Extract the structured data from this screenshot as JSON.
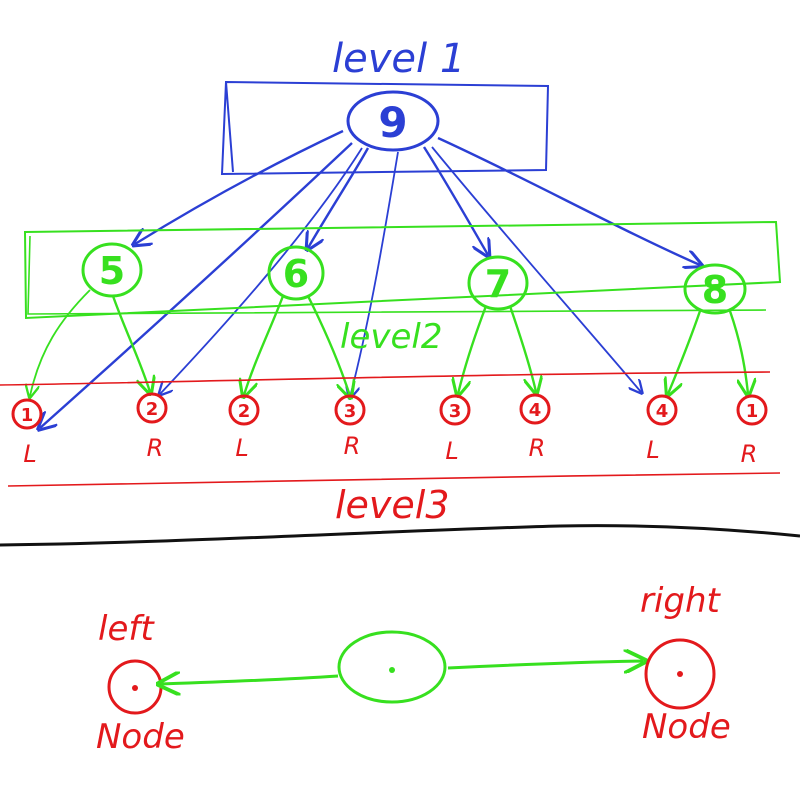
{
  "colors": {
    "blue": "#2b3fd4",
    "green": "#37e01f",
    "red": "#e3191c",
    "black": "#111111"
  },
  "levels": {
    "level1": "level 1",
    "level2": "level2",
    "level3": "level3"
  },
  "root": {
    "value": "9"
  },
  "level2_nodes": [
    {
      "value": "5"
    },
    {
      "value": "6"
    },
    {
      "value": "7"
    },
    {
      "value": "8"
    }
  ],
  "level3_nodes": [
    {
      "value": "1",
      "side": "L"
    },
    {
      "value": "2",
      "side": "R"
    },
    {
      "value": "2",
      "side": "L"
    },
    {
      "value": "3",
      "side": "R"
    },
    {
      "value": "3",
      "side": "L"
    },
    {
      "value": "4",
      "side": "R"
    },
    {
      "value": "4",
      "side": "L"
    },
    {
      "value": "1",
      "side": "R"
    }
  ],
  "legend": {
    "left_top": "left",
    "left_bottom": "Node",
    "right_top": "right",
    "right_bottom": "Node"
  }
}
